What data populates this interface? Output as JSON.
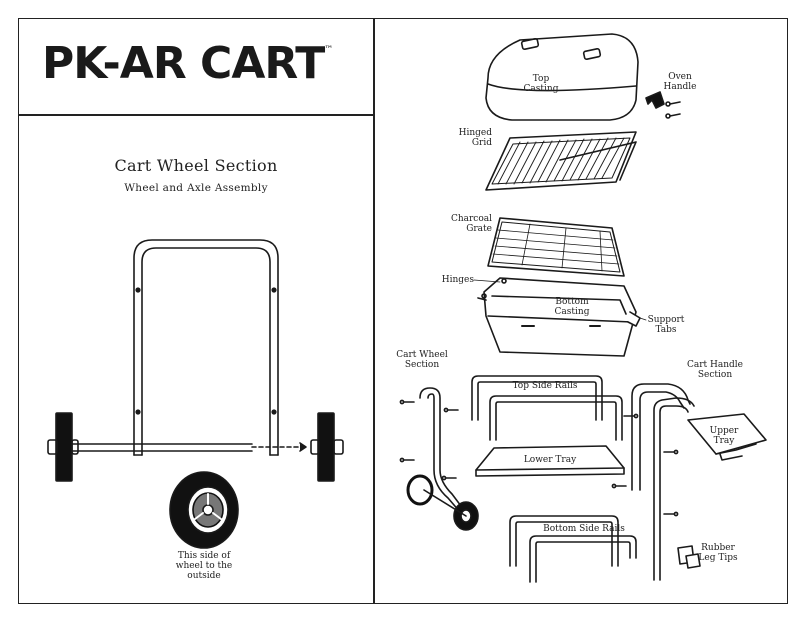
{
  "brand": {
    "name": "PK-AR CART",
    "trademark": "™"
  },
  "left_panel": {
    "title": "Cart Wheel Section",
    "subtitle": "Wheel and Axle Assembly",
    "note": "This side of wheel to the outside"
  },
  "parts": {
    "top_casting": "Top Casting",
    "oven_handle": "Oven Handle",
    "hinged_grid": "Hinged Grid",
    "charcoal_grate": "Charcoal Grate",
    "hinges": "Hinges",
    "bottom_casting": "Bottom Casting",
    "support_tabs": "Support Tabs",
    "cart_wheel_section": "Cart Wheel Section",
    "top_side_rails": "Top Side Rails",
    "cart_handle_section": "Cart Handle Section",
    "upper_tray": "Upper Tray",
    "lower_tray": "Lower Tray",
    "bottom_side_rails": "Bottom Side Rails",
    "rubber_leg_tips": "Rubber Leg Tips"
  }
}
